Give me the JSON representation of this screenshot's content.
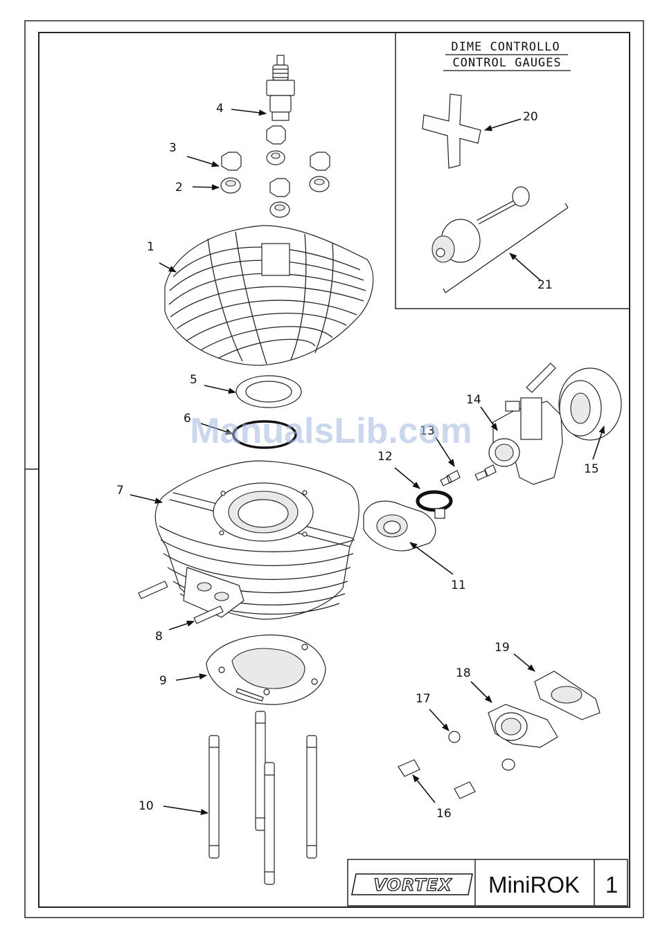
{
  "gauges_box": {
    "title_line1": "DIME CONTROLLO",
    "title_line2": "CONTROL GAUGES"
  },
  "callouts": [
    "1",
    "2",
    "3",
    "4",
    "5",
    "6",
    "7",
    "8",
    "9",
    "10",
    "11",
    "12",
    "13",
    "14",
    "15",
    "16",
    "17",
    "18",
    "19",
    "20",
    "21"
  ],
  "watermark": "ManualsLib.com",
  "title_block": {
    "logo_text": "VORTEX",
    "model": "MiniROK",
    "sheet": "1"
  }
}
